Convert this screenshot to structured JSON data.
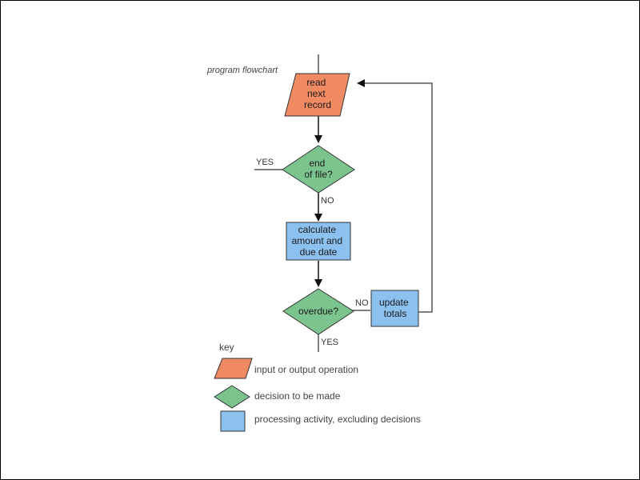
{
  "title": "program flowchart",
  "nodes": {
    "read": [
      "read",
      "next",
      "record"
    ],
    "eof": [
      "end",
      "of file?"
    ],
    "calc": [
      "calculate",
      "amount and",
      "due date"
    ],
    "overdue": [
      "overdue?"
    ],
    "update": [
      "update",
      "totals"
    ]
  },
  "edge_labels": {
    "eof_yes": "YES",
    "eof_no": "NO",
    "overdue_no": "NO",
    "overdue_yes": "YES"
  },
  "key": {
    "title": "key",
    "io": "input or output operation",
    "decision": "decision to be made",
    "process": "processing activity, excluding decisions"
  },
  "colors": {
    "io": "#f08a62",
    "decision": "#7cc48e",
    "process": "#8cc0ee",
    "stroke": "#333333",
    "line": "#555555"
  }
}
